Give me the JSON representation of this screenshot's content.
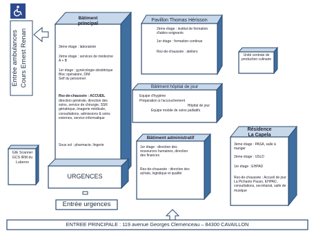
{
  "colors": {
    "outline": "#2c4a6e",
    "fill_dark": "#3f6fa0",
    "fill_light": "#c7d8ea",
    "accessibility": "#2c4a8e"
  },
  "accessibility_icon": "wheelchair-icon",
  "ambulance_entrance": {
    "line1": "Entrée ambulances",
    "line2": "Cours Ernest Renan"
  },
  "batiment_principal": {
    "title1": "Bâtiment",
    "title2": "principal",
    "floor3": "3ème étage : laboratoire",
    "floor2": "2ème étage : services de médecine A + B",
    "floor1": "1er étage : gynécologie-obstétrique\nBloc opératoire, DIM\nSelf du personnel",
    "ground_head": "Rez-de-chaussée : ACCUEIL",
    "ground": "direction générale, direction des soins, service de chirurgie, SSR gériatrique, imagerie médicale, consultations, admissions & soins externes, service informatique",
    "basement": "Sous sol : pharmacie, lingerie"
  },
  "pavillon": {
    "title": "Pavillon Thomas Hérisson",
    "floor2": "2ème étage : institut de formation d'aides-soignants",
    "floor1": "1er étage : formation continue",
    "ground": "Rez-de-chaussée : ateliers"
  },
  "unite_culinaire": {
    "text": "Unité centrale de production culinaire"
  },
  "hopital_jour": {
    "title": "Bâtiment hôpital de jour",
    "line1": "Equipe d'hygiène",
    "line2": "Préparation à l'accouchement",
    "line3": "Hôpital de jour",
    "line4": "Equipe mobile de soins palliatifs"
  },
  "administratif": {
    "title": "Bâtiment administratif",
    "floor1": "1er étage : direction des ressources humaines, direction des finances",
    "ground": "Rez-de-chaussée : direction des achats, logistique et qualité"
  },
  "residence": {
    "title1": "Résidence",
    "title2": "La Capela",
    "floor3": "3ème étage : PASA, salle à manger",
    "floor2": "2ème étage : USLD",
    "floor1": "1er étage : EHPAD",
    "ground": "Rez-de-chaussée : Accueil de jour La Pichaoto Pauso, EHPAD, consultations, secrétariat, salle de musique"
  },
  "gie": {
    "text": "GIE Scanner GCS IRM du Luberon"
  },
  "urgences": {
    "label": "URGENCES"
  },
  "urgences_entrance": {
    "label": "Entrée urgences"
  },
  "main_entrance": {
    "label": "ENTREE PRINCIPALE : 119 avenue Georges Clemenceau – 84300 CAVAILLON"
  }
}
